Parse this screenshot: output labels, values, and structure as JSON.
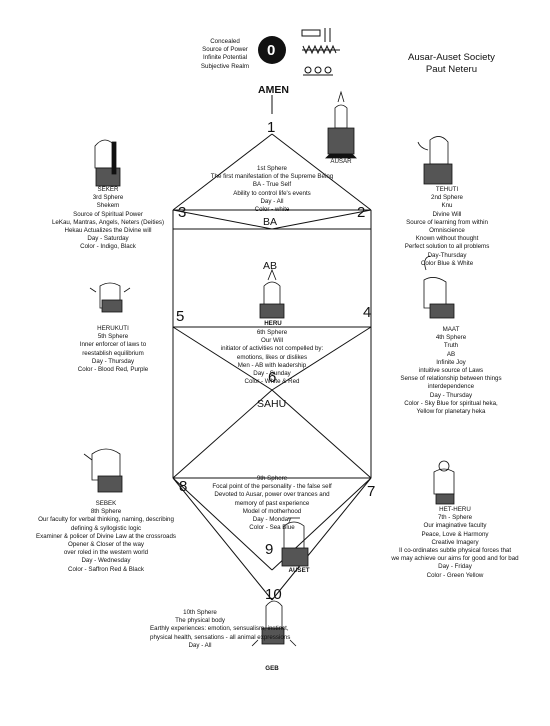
{
  "header": {
    "title": [
      "Ausar-Auset Society",
      "Paut Neteru"
    ],
    "zero_label": "0",
    "amen_label": "AMEN",
    "concealed": [
      "Concealed",
      "Source of Power",
      "Infinite Potential",
      "Subjective Realm"
    ]
  },
  "sphere_numbers": [
    "1",
    "2",
    "3",
    "4",
    "5",
    "6",
    "7",
    "8",
    "9",
    "10"
  ],
  "zones": {
    "ba": "BA",
    "ab": "AB",
    "sahu": "SAHU"
  },
  "spheres": {
    "s1": [
      "1st Sphere",
      "The first manifestation of the Supreme Being",
      "BA - True Self",
      "Ability to control life's events",
      "Day - All",
      "Color - white"
    ],
    "s2": [
      "TEHUTI",
      "2nd Sphere",
      "Knu",
      "Divine Will",
      "Source of learning from within",
      "Omniscience",
      "Known without thought",
      "Perfect solution to all problems",
      "Day-Thursday",
      "Color Blue & White"
    ],
    "s3": [
      "SEKER",
      "3rd Sphere",
      "Shekem",
      "Source of Spiritual Power",
      "LeKau, Mantras, Angels, Neters (Deities)",
      "Hekau Actualizes the Divine will",
      "Day - Saturday",
      "Color - Indigo, Black"
    ],
    "s4": [
      "MAAT",
      "4th Sphere",
      "Truth",
      "AB",
      "Infinite Joy",
      "intuitive source of Laws",
      "Sense of relationship between things",
      "interdependence",
      "Day - Thursday",
      "Color - Sky Blue for spiritual heka,",
      "Yellow for planetary heka"
    ],
    "s5": [
      "HERUKUTI",
      "5th Sphere",
      "Inner enforcer of laws to",
      "reestablish equilibrium",
      "Day - Thursday",
      "Color - Blood Red, Purple"
    ],
    "s6": [
      "6th Sphere",
      "Our Will",
      "initiator of activities not compelled by:",
      "emotions, likes or dislikes",
      "Men - AB with leadership",
      "Day - Sunday",
      "Color - White & Red"
    ],
    "s7": [
      "HET-HERU",
      "7th - Sphere",
      "Our imaginative faculty",
      "Peace, Love & Harmony",
      "Creative Imagery",
      "II co-ordinates subtle physical forces that",
      "we may achieve our aims for good and for bad",
      "Day - Friday",
      "Color - Green Yellow"
    ],
    "s8": [
      "SEBEK",
      "8th Sphere",
      "Our faculty for verbal thinking, naming, describing",
      "defining & syllogistic logic",
      "Examiner & policer of Divine Law at the crossroads",
      "Opener & Closer of the way",
      "over roled in the western world",
      "Day - Wednesday",
      "Color - Saffron Red & Black"
    ],
    "s9": [
      "9th Sphere",
      "Focal point of the personality - the false self",
      "Devoted to Ausar, power over trances and",
      "memory of past experience",
      "Model of motherhood",
      "Day - Monday",
      "Color - Sea Blue"
    ],
    "s10": [
      "10th Sphere",
      "The physical body",
      "Earthly experiences: emotion, sensualism, instinct,",
      "physical health, sensations - all animal expressions",
      "Day - All"
    ]
  },
  "deity_labels": {
    "ausar": "AUSAR",
    "heru": "HERU",
    "auset": "AUSET",
    "geb": "GEB"
  }
}
